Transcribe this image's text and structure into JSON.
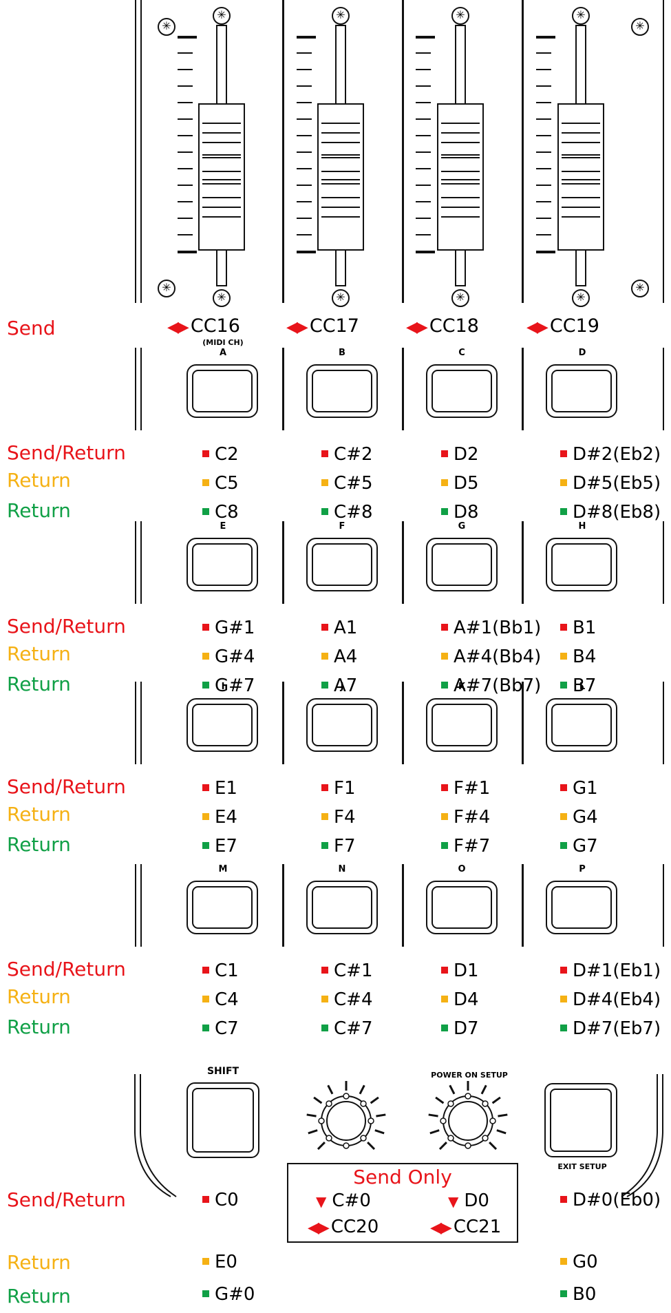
{
  "faders": {
    "send_label": "Send",
    "cc_labels": [
      "CC16",
      "CC17",
      "CC18",
      "CC19"
    ]
  },
  "row_labels": {
    "send_return": "Send/Return",
    "return": "Return",
    "send_only": "Send Only"
  },
  "pad_rows": [
    {
      "pads": [
        "A",
        "B",
        "C",
        "D"
      ],
      "midi_ch": "(MIDI CH)",
      "red": [
        "C2",
        "C#2",
        "D2",
        "D#2(Eb2)"
      ],
      "orange": [
        "C5",
        "C#5",
        "D5",
        "D#5(Eb5)"
      ],
      "green": [
        "C8",
        "C#8",
        "D8",
        "D#8(Eb8)"
      ]
    },
    {
      "pads": [
        "E",
        "F",
        "G",
        "H"
      ],
      "red": [
        "G#1",
        "A1",
        "A#1(Bb1)",
        "B1"
      ],
      "orange": [
        "G#4",
        "A4",
        "A#4(Bb4)",
        "B4"
      ],
      "green": [
        "G#7",
        "A7",
        "A#7(Bb7)",
        "B7"
      ]
    },
    {
      "pads": [
        "I",
        "J",
        "K",
        "L"
      ],
      "red": [
        "E1",
        "F1",
        "F#1",
        "G1"
      ],
      "orange": [
        "E4",
        "F4",
        "F#4",
        "G4"
      ],
      "green": [
        "E7",
        "F7",
        "F#7",
        "G7"
      ]
    },
    {
      "pads": [
        "M",
        "N",
        "O",
        "P"
      ],
      "red": [
        "C1",
        "C#1",
        "D1",
        "D#1(Eb1)"
      ],
      "orange": [
        "C4",
        "C#4",
        "D4",
        "D#4(Eb4)"
      ],
      "green": [
        "C7",
        "C#7",
        "D7",
        "D#7(Eb7)"
      ]
    }
  ],
  "bottom": {
    "shift_label": "SHIFT",
    "power_on_setup_label": "POWER ON SETUP",
    "exit_setup_label": "EXIT SETUP",
    "shift_red": "C0",
    "shift_orange": "E0",
    "shift_green": "G#0",
    "knob1_note": "C#0",
    "knob2_note": "D0",
    "knob1_cc": "CC20",
    "knob2_cc": "CC21",
    "exit_red": "D#0(Eb0)",
    "exit_orange": "G0",
    "exit_green": "B0"
  },
  "colors": {
    "red": "#e8141a",
    "orange": "#f5b114",
    "green": "#10a046"
  }
}
